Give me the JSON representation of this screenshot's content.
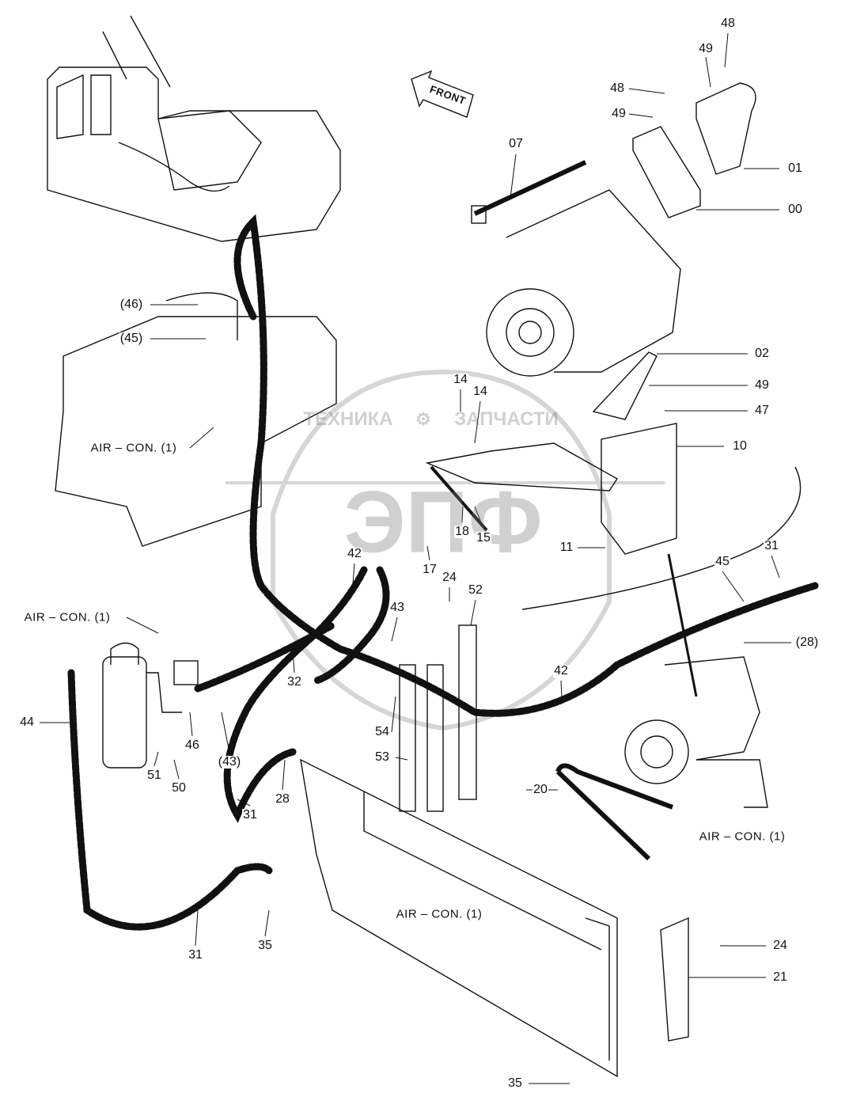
{
  "diagram": {
    "front_arrow_label": "FRONT",
    "notes": [
      "AIR – CON. (1)",
      "AIR – CON. (1)",
      "AIR – CON. (1)",
      "AIR – CON. (1)"
    ],
    "watermark": {
      "top_text_left": "ТЕХНИКА",
      "top_text_right": "ЗАПЧАСТИ",
      "logo_text": "ЭПФ",
      "color": "#9a9a9a"
    },
    "callouts": [
      "48",
      "49",
      "48",
      "49",
      "07",
      "01",
      "00",
      "02",
      "49",
      "47",
      "14",
      "14",
      "10",
      "15",
      "18",
      "17",
      "11",
      "24",
      "52",
      "43",
      "42",
      "31",
      "45",
      "(28)",
      "42",
      "32",
      "54",
      "53",
      "20",
      "51",
      "50",
      "46",
      "(43)",
      "28",
      "31",
      "44",
      "31",
      "35",
      "24",
      "21",
      "35",
      "(46)",
      "(45)"
    ]
  }
}
